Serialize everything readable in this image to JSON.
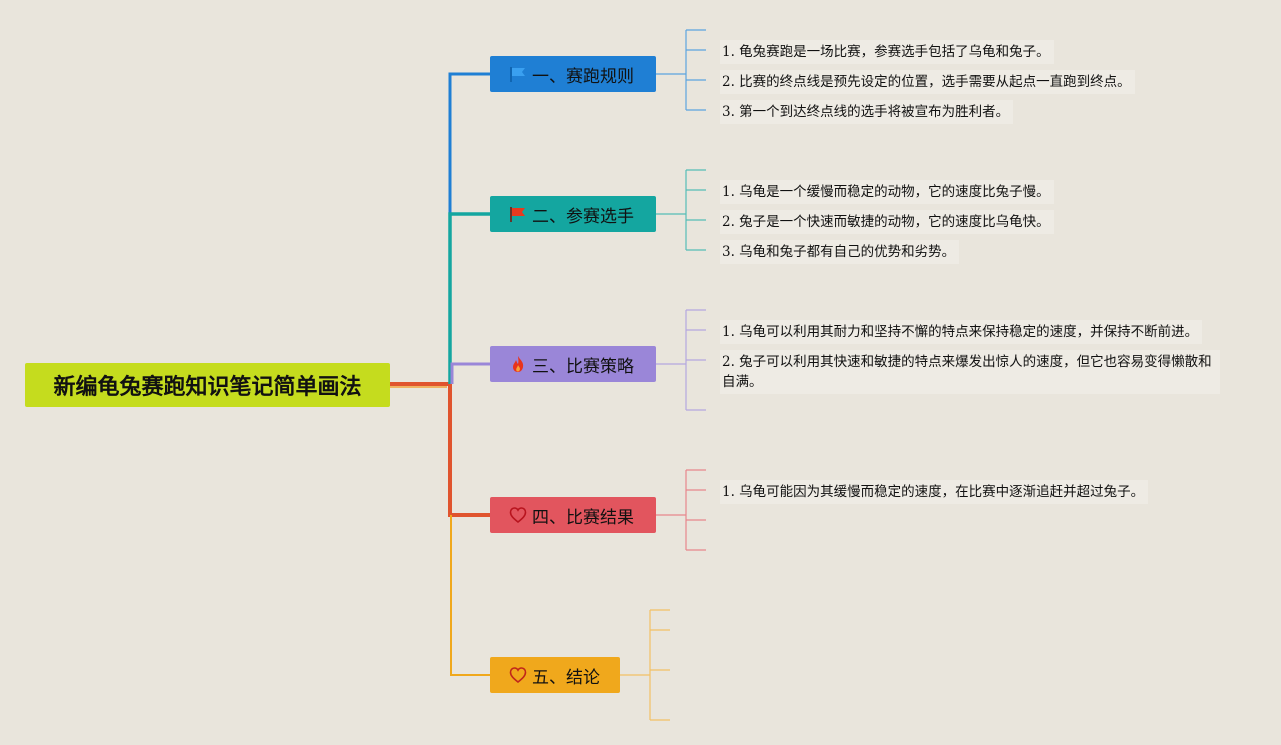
{
  "title": "新编龟兔赛跑知识笔记简单画法",
  "colors": {
    "background": "#e9e5dc",
    "root": "#c5dc1e",
    "root_link": "#e0542e",
    "branch1": "#1f7fd4",
    "branch2": "#14a6a0",
    "branch3": "#9a86d8",
    "branch4": "#e2555e",
    "branch5": "#f0a81c"
  },
  "branches": [
    {
      "label": "一、赛跑规则",
      "icon": "flag-blue-icon",
      "items": [
        "1. 龟兔赛跑是一场比赛，参赛选手包括了乌龟和兔子。",
        "2. 比赛的终点线是预先设定的位置，选手需要从起点一直跑到终点。",
        "3. 第一个到达终点线的选手将被宣布为胜利者。"
      ]
    },
    {
      "label": "二、参赛选手",
      "icon": "flag-red-icon",
      "items": [
        "1. 乌龟是一个缓慢而稳定的动物，它的速度比兔子慢。",
        "2. 兔子是一个快速而敏捷的动物，它的速度比乌龟快。",
        "3. 乌龟和兔子都有自己的优势和劣势。"
      ]
    },
    {
      "label": "三、比赛策略",
      "icon": "fire-icon",
      "items": [
        "1. 乌龟可以利用其耐力和坚持不懈的特点来保持稳定的速度，并保持不断前进。",
        "2. 兔子可以利用其快速和敏捷的特点来爆发出惊人的速度，但它也容易变得懒散和自满。"
      ]
    },
    {
      "label": "四、比赛结果",
      "icon": "heart-icon",
      "items": [
        "1. 乌龟可能因为其缓慢而稳定的速度，在比赛中逐渐追赶并超过兔子。"
      ]
    },
    {
      "label": "五、结论",
      "icon": "heart-icon",
      "items": []
    }
  ]
}
